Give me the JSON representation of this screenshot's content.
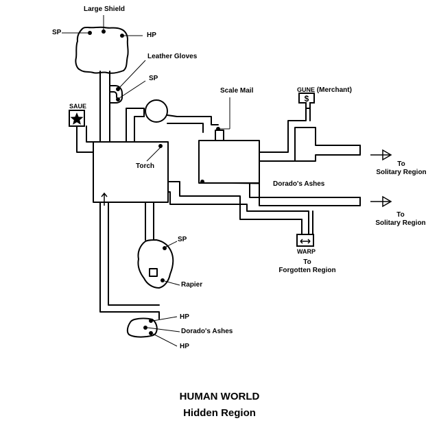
{
  "title": {
    "line1": "HUMAN WORLD",
    "line2": "Hidden Region"
  },
  "items": {
    "large_shield": "Large Shield",
    "sp_top": "SP",
    "hp_top": "HP",
    "leather_gloves": "Leather Gloves",
    "sp_gloves": "SP",
    "scale_mail": "Scale Mail",
    "torch": "Torch",
    "dorados_ashes_east": "Dorado's Ashes",
    "sp_south": "SP",
    "rapier": "Rapier",
    "hp_bottom_1": "HP",
    "dorados_ashes_south": "Dorado's Ashes",
    "hp_bottom_2": "HP"
  },
  "points": {
    "save": "SAUE",
    "gune": "GUNE",
    "gune_role": "(Merchant)",
    "warp": "WARP"
  },
  "exits": {
    "solitary_1_to": "To",
    "solitary_1_dest": "Solitary Region",
    "solitary_2_to": "To",
    "solitary_2_dest": "Solitary Region",
    "forgotten_to": "To",
    "forgotten_dest": "Forgotten Region"
  },
  "icons": {
    "save": "star-icon",
    "merchant": "dollar-icon",
    "warp": "double-arrow-icon",
    "exit": "arrow-right-icon",
    "entrance": "up-arrow-icon"
  },
  "colors": {
    "line": "#000000",
    "background": "#ffffff"
  }
}
